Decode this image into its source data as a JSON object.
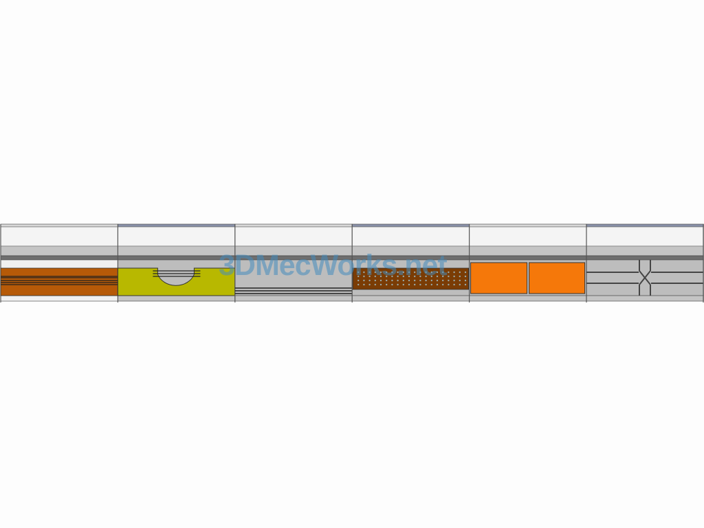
{
  "watermark": "3DMecWorks.net",
  "modules": [
    {
      "name": "striped-orange-front",
      "color": "#b65a08"
    },
    {
      "name": "yellow-arch-front",
      "color": "#b8b800"
    },
    {
      "name": "gray-lined-front",
      "color": "#bdbdbd"
    },
    {
      "name": "brown-perforated-front",
      "color": "#7a3c05"
    },
    {
      "name": "orange-double-panel-front",
      "color": "#f5780a"
    },
    {
      "name": "gray-cross-groove-front",
      "color": "#bdbdbd"
    }
  ]
}
